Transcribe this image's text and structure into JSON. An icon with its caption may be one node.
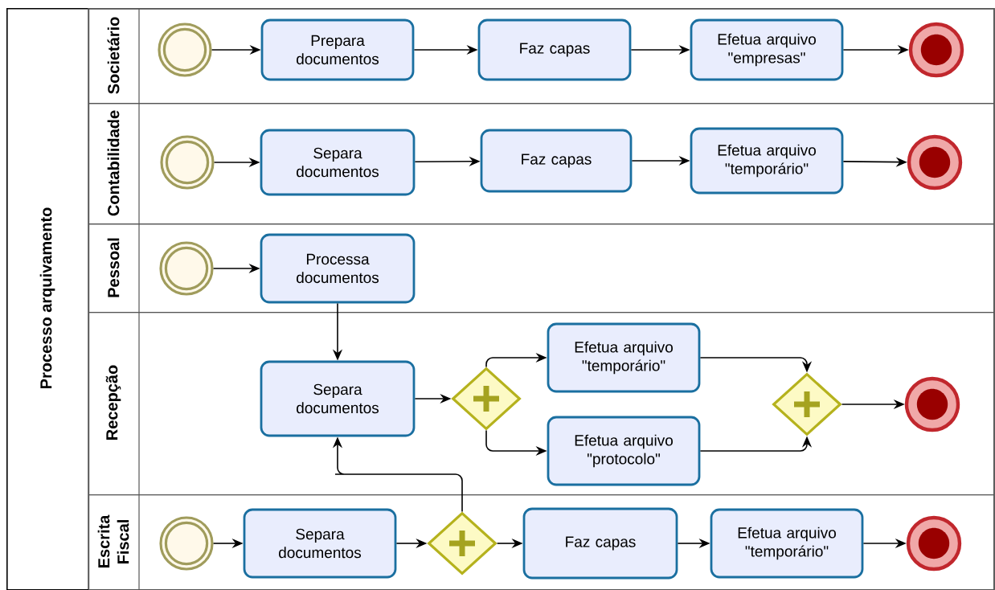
{
  "diagram": {
    "nodes": [
      {
        "text": [
          "Processo arquivamento"
        ]
      },
      {
        "text": [
          "Societário"
        ],
        "in": 0
      },
      {
        "text": [
          "Contabilidade"
        ],
        "in": 0
      },
      {
        "text": [
          "Pessoal"
        ],
        "in": 0
      },
      {
        "text": [
          "Recepção"
        ],
        "in": 0
      },
      {
        "text": [
          "Escrita Fiscal"
        ],
        "in": 0
      },
      {
        "text": [],
        "shape": "circle",
        "in": 1
      },
      {
        "text": [
          "Prepara documentos"
        ],
        "in": 1
      },
      {
        "text": [
          "Faz capas"
        ],
        "in": 1
      },
      {
        "text": [
          "Efetua arquivo \"empresas\""
        ],
        "in": 1
      },
      {
        "text": [],
        "shape": "circle",
        "in": 1
      },
      {
        "text": [],
        "shape": "circle",
        "in": 2
      },
      {
        "text": [
          "Separa documentos"
        ],
        "in": 2
      },
      {
        "text": [
          "Faz capas"
        ],
        "in": 2
      },
      {
        "text": [
          "Efetua arquivo \"temporário\""
        ],
        "in": 2
      },
      {
        "text": [],
        "shape": "circle",
        "in": 2
      },
      {
        "text": [],
        "shape": "circle",
        "in": 3
      },
      {
        "text": [
          "Processa documentos"
        ],
        "in": 3
      },
      {
        "text": [
          "Separa documentos"
        ],
        "in": 4
      },
      {
        "text": [],
        "shape": "diamond",
        "in": 4
      },
      {
        "text": [
          "Efetua arquivo \"temporário\""
        ],
        "in": 4
      },
      {
        "text": [
          "Efetua arquivo \"protocolo\""
        ],
        "in": 4
      },
      {
        "text": [],
        "shape": "diamond",
        "in": 4
      },
      {
        "text": [],
        "shape": "circle",
        "in": 4
      },
      {
        "text": [],
        "shape": "circle",
        "in": 5
      },
      {
        "text": [
          "Separa documentos"
        ],
        "in": 5
      },
      {
        "text": [],
        "shape": "diamond",
        "in": 5
      },
      {
        "text": [
          "Faz capas"
        ],
        "in": 5
      },
      {
        "text": [
          "Efetua arquivo \"temporário\""
        ],
        "in": 5
      },
      {
        "text": [],
        "shape": "circle",
        "in": 5
      }
    ],
    "edges": [
      {
        "from": 6,
        "to": 7,
        "arrow": "to"
      },
      {
        "from": 7,
        "to": 8,
        "arrow": "to"
      },
      {
        "from": 8,
        "to": 9,
        "arrow": "to"
      },
      {
        "from": 9,
        "to": 10,
        "arrow": "to"
      },
      {
        "from": 11,
        "to": 12,
        "arrow": "to"
      },
      {
        "from": 12,
        "to": 13,
        "arrow": "to"
      },
      {
        "from": 13,
        "to": 14,
        "arrow": "to"
      },
      {
        "from": 14,
        "to": 15,
        "arrow": "to"
      },
      {
        "from": 16,
        "to": 17,
        "arrow": "to"
      },
      {
        "from": 17,
        "to": 18,
        "arrow": "to"
      },
      {
        "from": 18,
        "to": 19,
        "arrow": "to"
      },
      {
        "from": 19,
        "to": 20,
        "arrow": "to"
      },
      {
        "from": 19,
        "to": 21,
        "arrow": "to"
      },
      {
        "from": 20,
        "to": 22,
        "arrow": "to"
      },
      {
        "from": 21,
        "to": 22,
        "arrow": "to"
      },
      {
        "from": 22,
        "to": 23,
        "arrow": "to"
      },
      {
        "from": 24,
        "to": 25,
        "arrow": "to"
      },
      {
        "from": 25,
        "to": 26,
        "arrow": "to"
      },
      {
        "from": 26,
        "to": 27,
        "arrow": "to"
      },
      {
        "from": 27,
        "to": 28,
        "arrow": "to"
      },
      {
        "from": 28,
        "to": 29,
        "arrow": "to"
      },
      {
        "from": 26,
        "to": 18,
        "arrow": "to"
      }
    ]
  }
}
